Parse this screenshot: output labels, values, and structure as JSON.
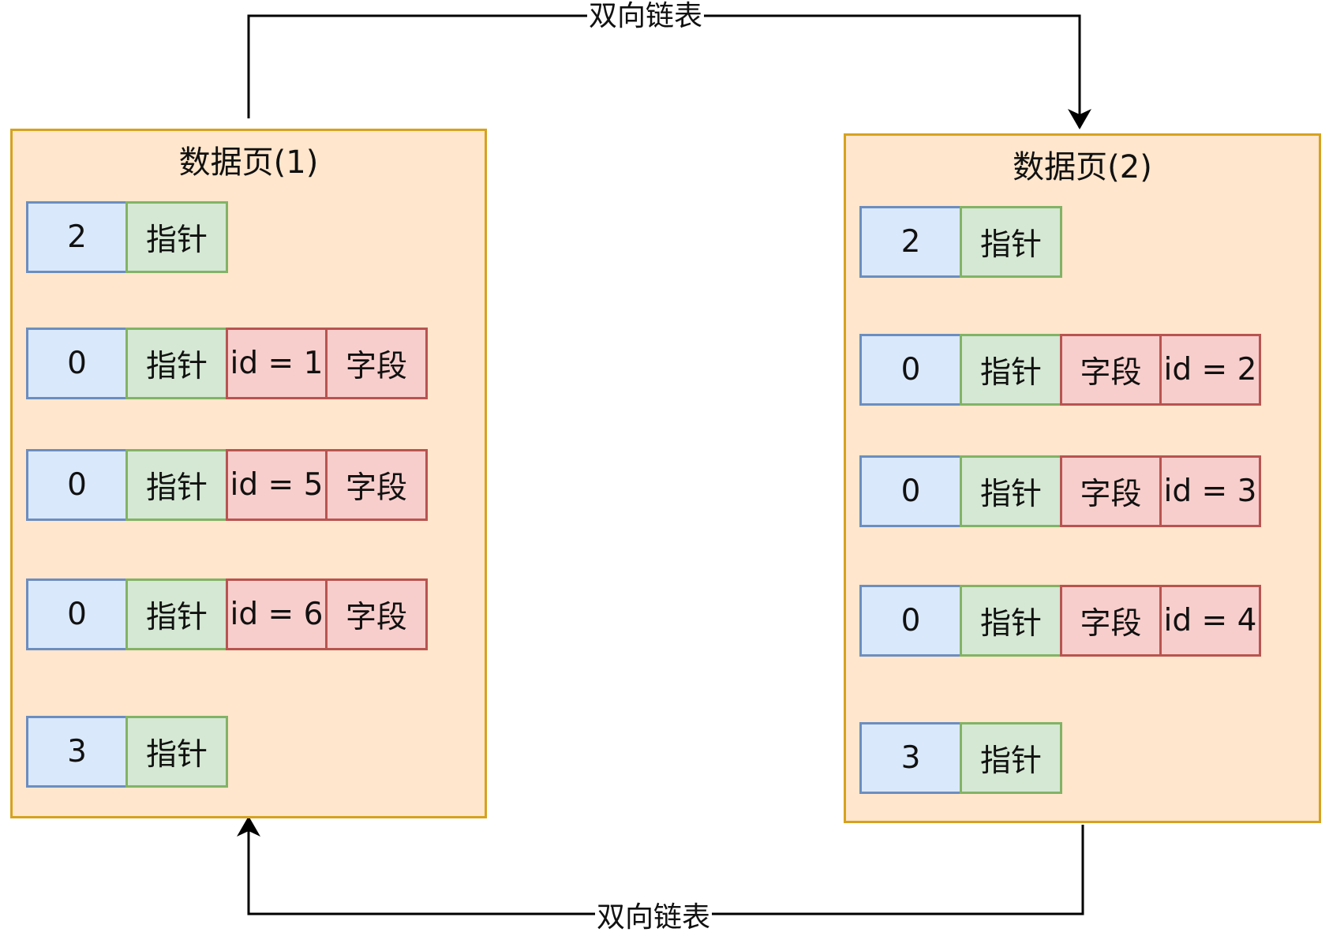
{
  "link_label": "双向链表",
  "pages": [
    {
      "title": "数据页(1)",
      "records": [
        {
          "type": "2",
          "pointer": "指针"
        },
        {
          "type": "0",
          "pointer": "指针",
          "id": "id = 1",
          "field": "字段"
        },
        {
          "type": "0",
          "pointer": "指针",
          "id": "id = 5",
          "field": "字段"
        },
        {
          "type": "0",
          "pointer": "指针",
          "id": "id = 6",
          "field": "字段"
        },
        {
          "type": "3",
          "pointer": "指针"
        }
      ]
    },
    {
      "title": "数据页(2)",
      "records": [
        {
          "type": "2",
          "pointer": "指针"
        },
        {
          "type": "0",
          "pointer": "指针",
          "field": "字段",
          "id": "id = 2"
        },
        {
          "type": "0",
          "pointer": "指针",
          "field": "字段",
          "id": "id = 3"
        },
        {
          "type": "0",
          "pointer": "指针",
          "field": "字段",
          "id": "id = 4"
        },
        {
          "type": "3",
          "pointer": "指针"
        }
      ]
    }
  ],
  "colors": {
    "page_fill": "#ffe6cc",
    "page_border": "#d6a21e",
    "type_fill": "#dae8fc",
    "pointer_fill": "#d5e8d4",
    "data_fill": "#f8cecc"
  }
}
